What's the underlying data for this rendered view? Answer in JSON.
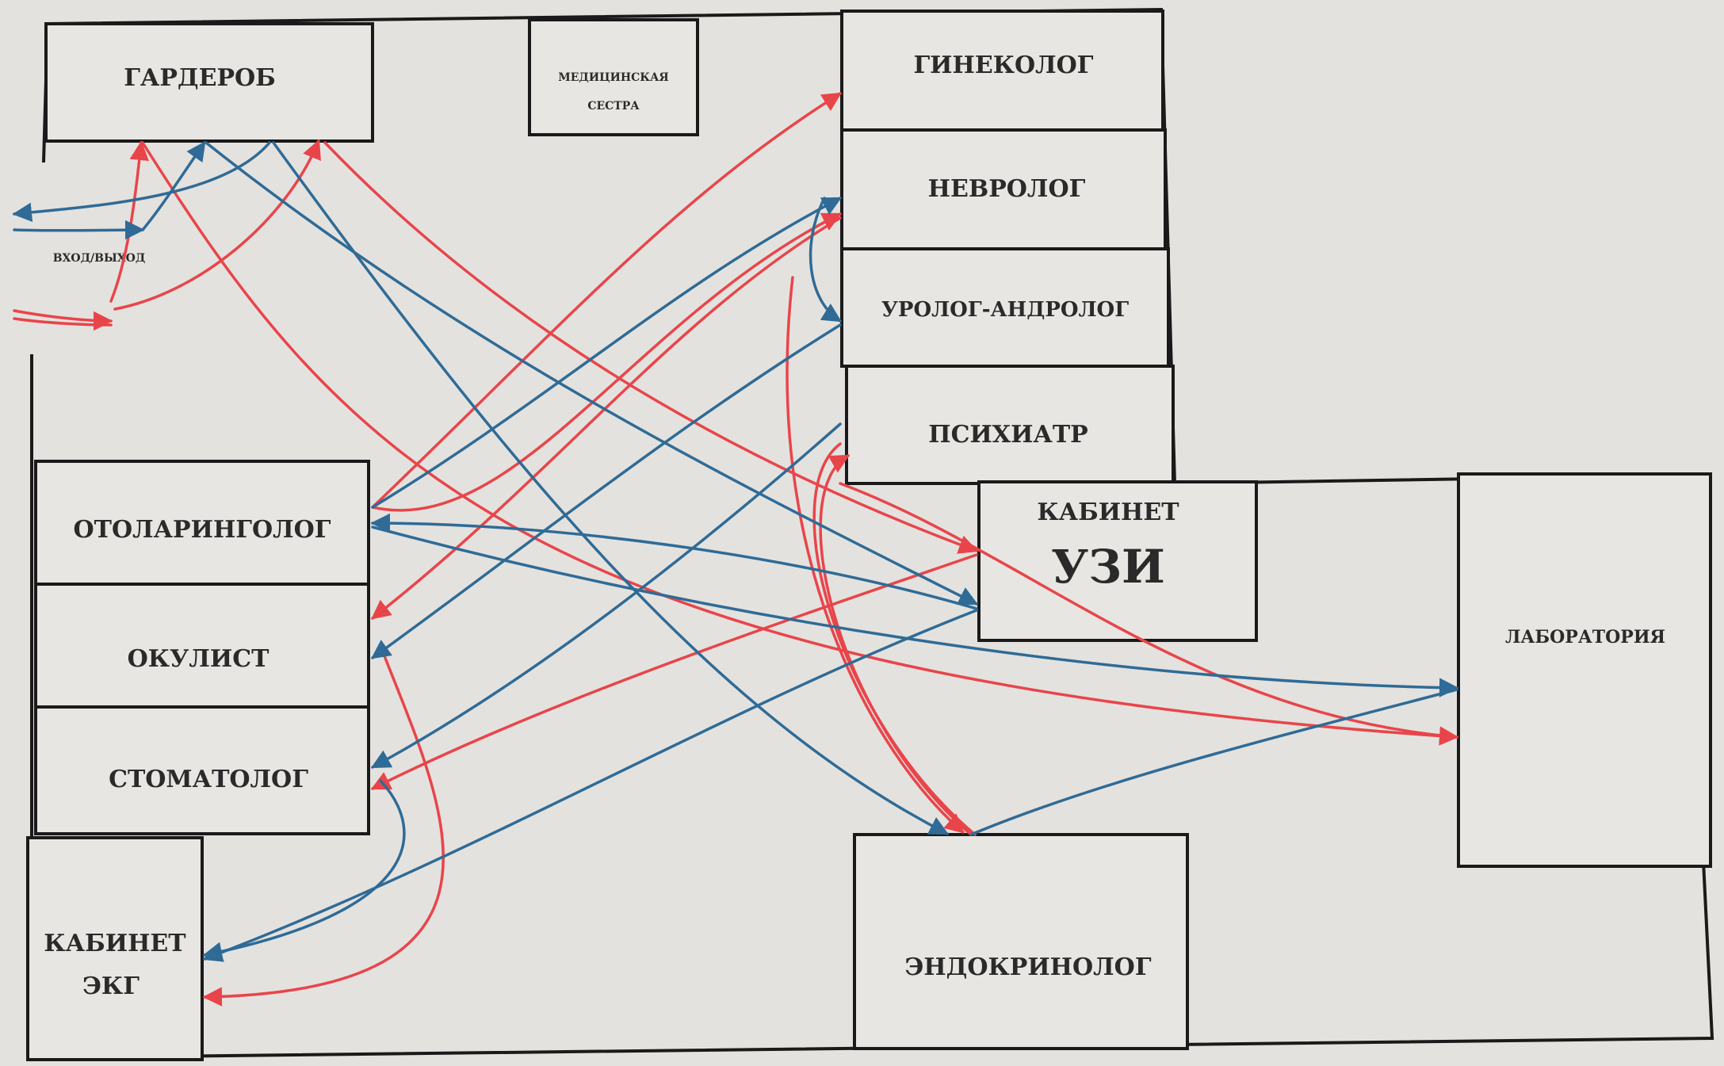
{
  "rooms": {
    "garderob": "ГАРДЕРОБ",
    "med_sestra_1": "МЕДИЦИНСКАЯ",
    "med_sestra_2": "СЕСТРА",
    "ginekolog": "ГИНЕКОЛОГ",
    "nevrolog": "НЕВРОЛОГ",
    "urolog": "УРОЛОГ-АНДРОЛОГ",
    "psihiatr": "ПСИХИАТР",
    "otolaringolog": "ОТОЛАРИНГОЛОГ",
    "okulist": "ОКУЛИСТ",
    "stomatolog": "СТОМАТОЛОГ",
    "ekg_1": "КАБИНЕТ",
    "ekg_2": "ЭКГ",
    "uzi_1": "КАБИНЕТ",
    "uzi_2": "УЗИ",
    "laboratoriya": "ЛАБОРАТОРИЯ",
    "endokrinolog": "ЭНДОКРИНОЛОГ",
    "entrance": "ВХОД/ВЫХОД"
  },
  "colors": {
    "red_route": "#e8454a",
    "blue_route": "#2f6b96",
    "wall": "#1a1a1a",
    "background": "#e4e2df"
  }
}
